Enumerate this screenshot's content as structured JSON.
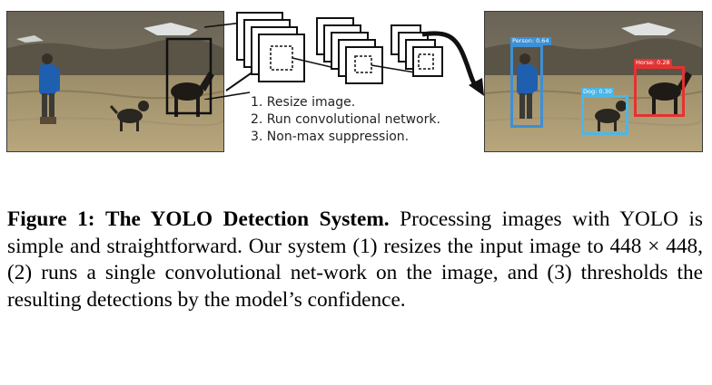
{
  "steps": [
    "1. Resize image.",
    "2. Run convolutional network.",
    "3. Non-max suppression."
  ],
  "detections": [
    {
      "label": "Person: 0.64",
      "color": "#3d8fd6"
    },
    {
      "label": "Horse: 0.28",
      "color": "#e43232"
    },
    {
      "label": "Dog: 0.30",
      "color": "#4cb6e6"
    }
  ],
  "caption": {
    "figure_label": "Figure 1:",
    "title": "The YOLO Detection System.",
    "body": "Processing images with YOLO is simple and straightforward. Our system (1) resizes the input image to 448 × 448, (2) runs a single convolutional net-work on the image, and (3) thresholds the resulting detections by the model’s confidence."
  }
}
